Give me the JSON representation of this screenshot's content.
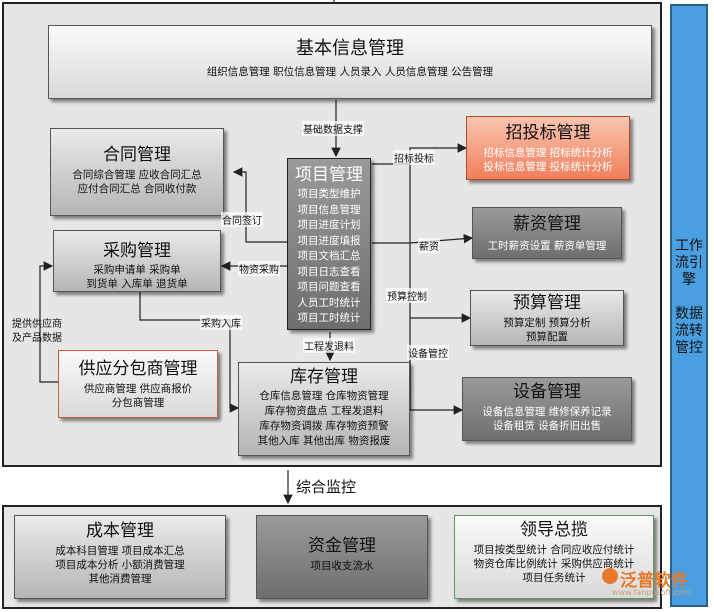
{
  "modules": {
    "basic": {
      "title": "基本信息管理",
      "items": [
        "组织信息管理 职位信息管理 人员录入 人员信息管理 公告管理"
      ]
    },
    "contract": {
      "title": "合同管理",
      "items": [
        "合同综合管理 应收合同汇总",
        "应付合同汇总 合同收付款"
      ]
    },
    "purchase": {
      "title": "采购管理",
      "items": [
        "采购申请单 采购单",
        "到货单 入库单 退货单"
      ]
    },
    "supplier": {
      "title": "供应分包商管理",
      "items": [
        "供应商管理 供应商报价",
        "分包商管理"
      ]
    },
    "project": {
      "title": "项目管理",
      "items": [
        "项目类型维护",
        "项目信息管理",
        "项目进度计划",
        "项目进度填报",
        "项目文档汇总",
        "项目日志查看",
        "项目问题查看",
        "人员工时统计",
        "项目工时统计"
      ]
    },
    "bidding": {
      "title": "招投标管理",
      "items": [
        "招标信息管理 招标统计分析",
        "投标信息管理 投标统计分析"
      ]
    },
    "salary": {
      "title": "薪资管理",
      "items": [
        "工时薪资设置 薪资单管理"
      ]
    },
    "budget": {
      "title": "预算管理",
      "items": [
        "预算定制 预算分析",
        "预算配置"
      ]
    },
    "inventory": {
      "title": "库存管理",
      "items": [
        "仓库信息管理 仓库物资管理",
        "库存物资盘点 工程发退料",
        "库存物资调拨 库存物资预警",
        "其他入库 其他出库 物资报废"
      ]
    },
    "equipment": {
      "title": "设备管理",
      "items": [
        "设备信息管理 维修保养记录",
        "设备租赁 设备折旧出售"
      ]
    },
    "cost": {
      "title": "成本管理",
      "items": [
        "成本科目管理 项目成本汇总",
        "项目成本分析 小额消费管理",
        "其他消费管理"
      ]
    },
    "fund": {
      "title": "资金管理",
      "items": [
        "项目收支流水"
      ]
    },
    "leader": {
      "title": "领导总揽",
      "items": [
        "项目按类型统计 合同应收应付统计",
        "物资仓库比例统计 采购供应商统计",
        "项目任务统计"
      ]
    }
  },
  "connectors": {
    "basic_support": "基础数据支撑",
    "contract_sign": "合同签订",
    "material_purchase": "物资采购",
    "purchase_in": "采购入库",
    "supply_data": [
      "提供供应商",
      "及产品数据"
    ],
    "bidding": "招标投标",
    "salary": "薪资",
    "budget_control": "预算控制",
    "equipment_control": "设备管控",
    "issue_return": "工程发退料"
  },
  "monitor_label": "综合监控",
  "workflow_engine": [
    "工作",
    "流引",
    "擎",
    "",
    "数据",
    "流转",
    "管控"
  ],
  "watermark": {
    "text": "泛普软件",
    "url": "www.fanpusoft.com"
  },
  "colors": {
    "workflow_bar": "#4a9fe0",
    "accent": "#f07f5c",
    "panel_bg": "#e6e6e6"
  }
}
